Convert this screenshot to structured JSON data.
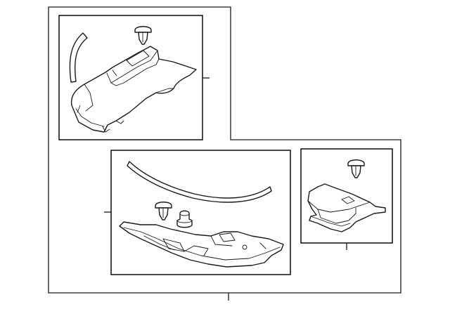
{
  "diagram": {
    "type": "exploded-parts-diagram",
    "callouts": [],
    "groups": [
      {
        "id": "upper-left-group",
        "parts": [
          "seal-strip",
          "push-pin-clip",
          "side-shield-panel"
        ]
      },
      {
        "id": "lower-center-group",
        "parts": [
          "long-weatherstrip",
          "push-pin-clip",
          "stud-retainer",
          "lower-deflector-panel"
        ]
      },
      {
        "id": "right-group",
        "parts": [
          "push-pin-clip",
          "splash-shield-bracket"
        ]
      }
    ]
  }
}
